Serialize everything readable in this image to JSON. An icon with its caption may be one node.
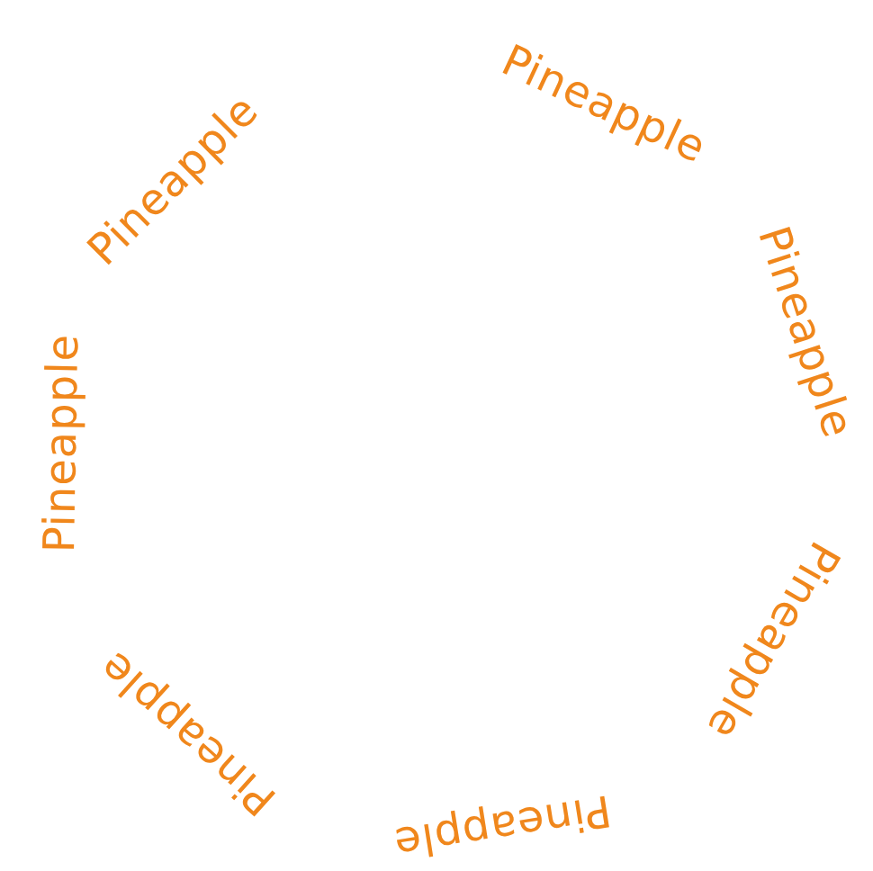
{
  "diagram": {
    "labels": [
      "Pineapple",
      "Pineapple",
      "Pineapple",
      "Pineapple",
      "Pineapple",
      "Pineapple",
      "Pineapple"
    ]
  }
}
